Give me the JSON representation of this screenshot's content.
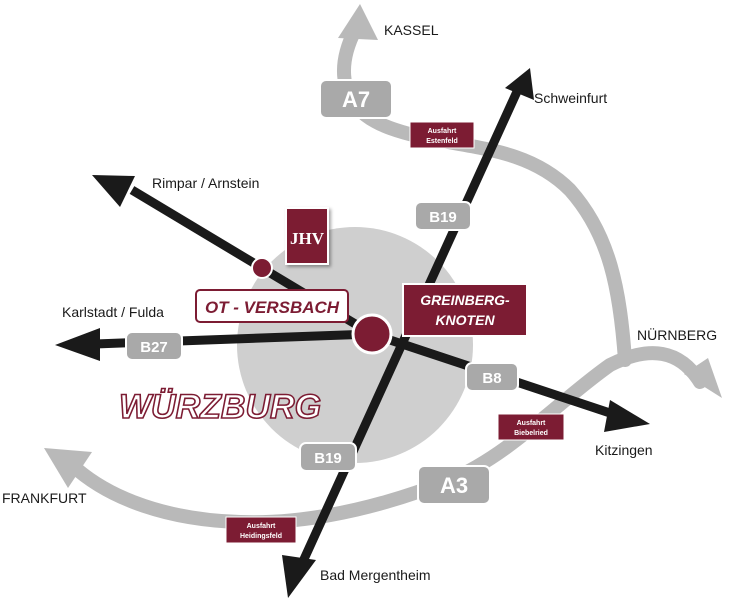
{
  "places": {
    "kassel": "KASSEL",
    "schweinfurt": "Schweinfurt",
    "rimpar": "Rimpar / Arnstein",
    "karlstadt": "Karlstadt / Fulda",
    "nuernberg": "NÜRNBERG",
    "kitzingen": "Kitzingen",
    "frankfurt": "FRANKFURT",
    "bad_mergentheim": "Bad Mergentheim"
  },
  "city": "WÜRZBURG",
  "roads": {
    "a7": "A7",
    "a3": "A3",
    "b19_north": "B19",
    "b19_south": "B19",
    "b27": "B27",
    "b8": "B8"
  },
  "exits": {
    "estenfeld": [
      "Ausfahrt",
      "Estenfeld"
    ],
    "biebelried": [
      "Ausfahrt",
      "Biebelried"
    ],
    "heidingsfeld": [
      "Ausfahrt",
      "Heidingsfeld"
    ]
  },
  "markers": {
    "ot_versbach": "OT - VERSBACH",
    "greinberg": [
      "GREINBERG-",
      "KNOTEN"
    ]
  },
  "logo_text": "JHV",
  "colors": {
    "maroon": "#7c1c33",
    "dark": "#1a1a1a",
    "gray_road": "#b9b9b9",
    "city_area": "#cfcfcf",
    "label_box": "#a9a9a9"
  },
  "icons": {
    "logo": "jhv-logo-icon",
    "junction": "junction-circle-icon",
    "versbach_marker": "location-dot-icon"
  }
}
